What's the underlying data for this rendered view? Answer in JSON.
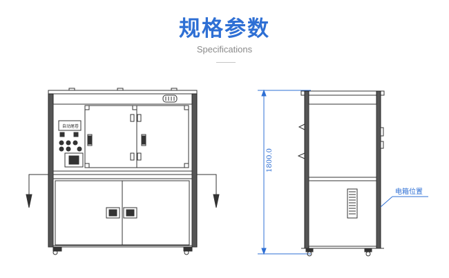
{
  "header": {
    "title": "规格参数",
    "subtitle": "Specifications"
  },
  "drawing": {
    "front_panel_label": "自动尾卷",
    "height_dimension": "1800.0",
    "callout_label": "电箱位置"
  },
  "colors": {
    "accent": "#2e6fd4",
    "line": "#333333"
  }
}
